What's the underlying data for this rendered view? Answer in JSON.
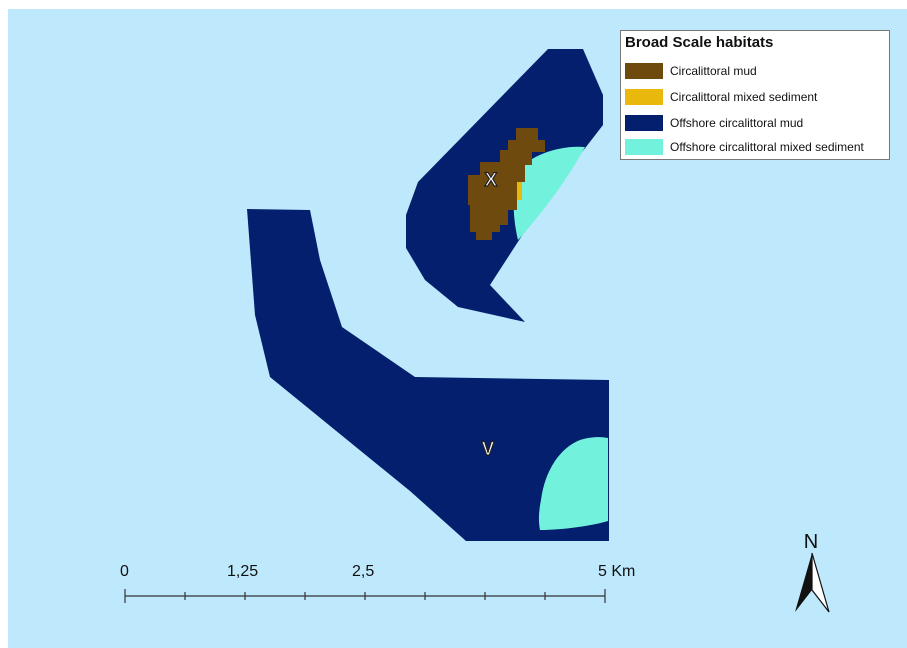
{
  "legend": {
    "title": "Broad Scale habitats",
    "items": [
      {
        "label": "Circalittoral mud",
        "color": "#6e4a0e"
      },
      {
        "label": "Circalittoral mixed sediment",
        "color": "#e8b80c"
      },
      {
        "label": "Offshore circalittoral mud",
        "color": "#031f6e"
      },
      {
        "label": "Offshore circalittoral mixed sediment",
        "color": "#72f2dc"
      }
    ]
  },
  "sites": {
    "x_label": "X",
    "v_label": "V"
  },
  "scale_bar": {
    "labels": [
      "0",
      "1,25",
      "2,5",
      "5 Km"
    ]
  },
  "north_arrow": {
    "label": "N"
  },
  "colors": {
    "sea": "#bee8fb",
    "offshore_mud": "#031f6e",
    "offshore_mixed": "#72f2dc",
    "circ_mud": "#6e4a0e",
    "circ_mixed": "#e8b80c"
  }
}
